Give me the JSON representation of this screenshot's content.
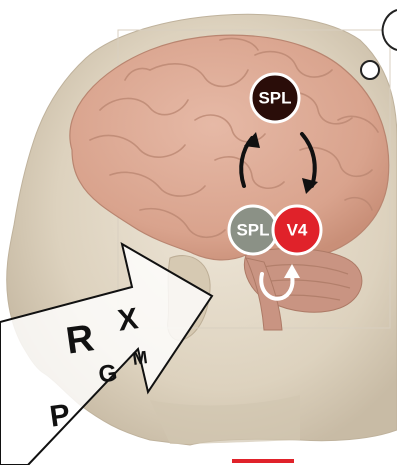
{
  "diagram": {
    "nodes": {
      "spl_top": {
        "label": "SPL",
        "fill": "#2a0d09"
      },
      "spl_bottom": {
        "label": "SPL",
        "fill": "#8b9186"
      },
      "v4": {
        "label": "V4",
        "fill": "#e0222a"
      }
    },
    "stimulus_letters": [
      "R",
      "X",
      "G",
      "M",
      "P"
    ],
    "colors": {
      "head_skin": "#e2d8c6",
      "brain": "#dca892",
      "cerebellum": "#c99482",
      "arrow_dark": "#111111",
      "arrow_light": "#ffffff"
    }
  }
}
